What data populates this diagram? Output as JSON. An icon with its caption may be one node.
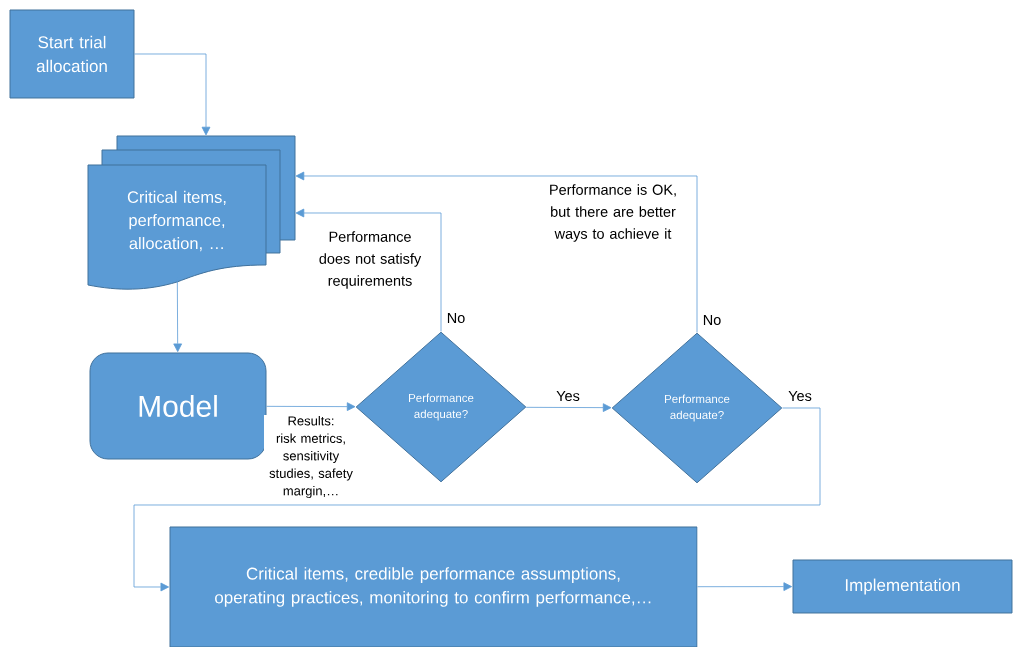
{
  "diagram": {
    "nodes": [
      {
        "text": [
          "Start trial allocation"
        ]
      },
      {
        "text": [
          "Critical items, performance, allocation, …"
        ]
      },
      {
        "text": [
          "Model"
        ]
      },
      {
        "text": [
          "Performance adequate?"
        ]
      },
      {
        "text": [
          "Performance adequate?"
        ]
      },
      {
        "text": [
          "Critical items, credible performance assumptions, operating practices, monitoring to confirm performance,…"
        ]
      },
      {
        "text": [
          "Implementation"
        ]
      }
    ],
    "edges": [
      {
        "from": 0,
        "to": 1,
        "arrow": "to"
      },
      {
        "from": 1,
        "to": 2,
        "arrow": "to"
      },
      {
        "from": 2,
        "to": 3,
        "arrow": "to",
        "label": "Results: risk metrics, sensitivity studies, safety margin,…"
      },
      {
        "from": 3,
        "to": 1,
        "arrow": "to",
        "label": "No"
      },
      {
        "from": 4,
        "to": 1,
        "arrow": "to",
        "label": "No"
      },
      {
        "from": 3,
        "to": 4,
        "arrow": "to",
        "label": "Yes"
      },
      {
        "from": 4,
        "to": 5,
        "arrow": "to",
        "label": "Yes"
      },
      {
        "from": 5,
        "to": 6,
        "arrow": "to"
      }
    ],
    "labels": [
      "Performance is OK, but there are better ways to achieve it",
      "Performance does not satisfy requirements"
    ]
  }
}
